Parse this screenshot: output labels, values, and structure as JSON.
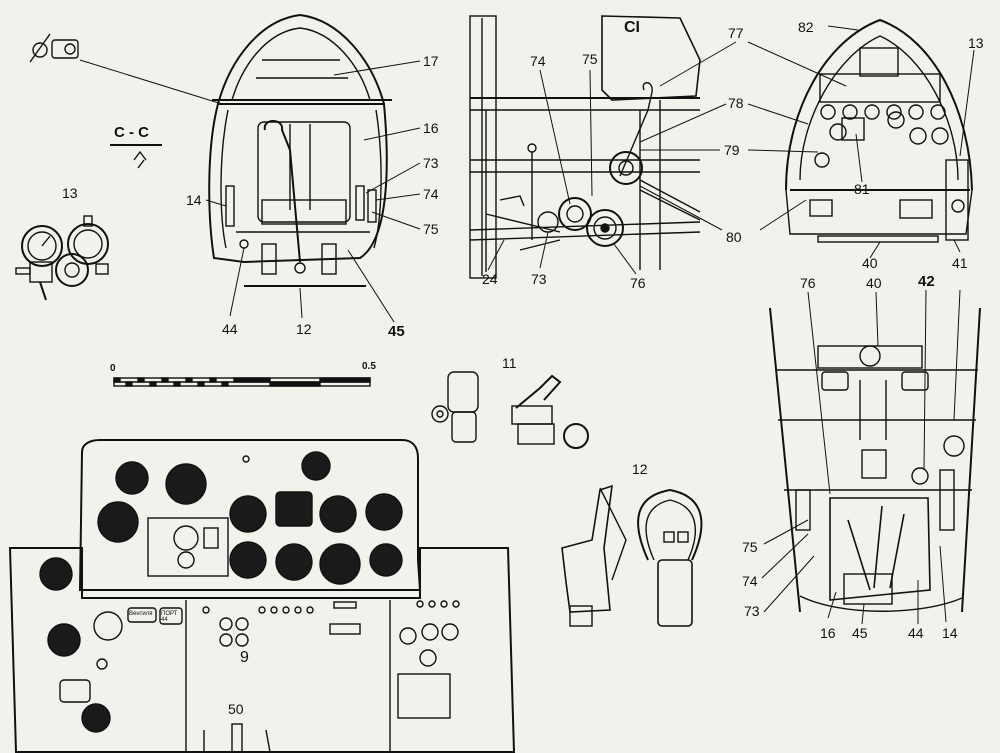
{
  "section_label": "C - C",
  "scale": {
    "start": "0",
    "end": "0.5"
  },
  "callouts": {
    "c17": "17",
    "c16": "16",
    "c73a": "73",
    "c74a": "74",
    "c75a": "75",
    "c14a": "14",
    "c44a": "44",
    "c12a": "12",
    "c45a": "45",
    "c13a": "13",
    "c74b": "74",
    "c75b": "75",
    "c77": "77",
    "c78": "78",
    "c79": "79",
    "c80": "80",
    "c24": "24",
    "c73b": "73",
    "c76a": "76",
    "c82": "82",
    "c13b": "13",
    "c81": "81",
    "c40a": "40",
    "c41": "41",
    "c76b": "76",
    "c40b": "40",
    "c42": "42",
    "c75c": "75",
    "c74c": "74",
    "c73c": "73",
    "c16b": "16",
    "c45b": "45",
    "c44b": "44",
    "c14b": "14",
    "c11": "11",
    "c12b": "12",
    "c9": "9",
    "c50": "50"
  },
  "fuselage_marking": "CI",
  "panel_placards": {
    "p1": "Вентиля",
    "p2": "ПОРТ 44"
  },
  "colors": {
    "ink": "#111111",
    "paper": "#f3f1ec",
    "gauge_face": "#1a1a1a"
  }
}
